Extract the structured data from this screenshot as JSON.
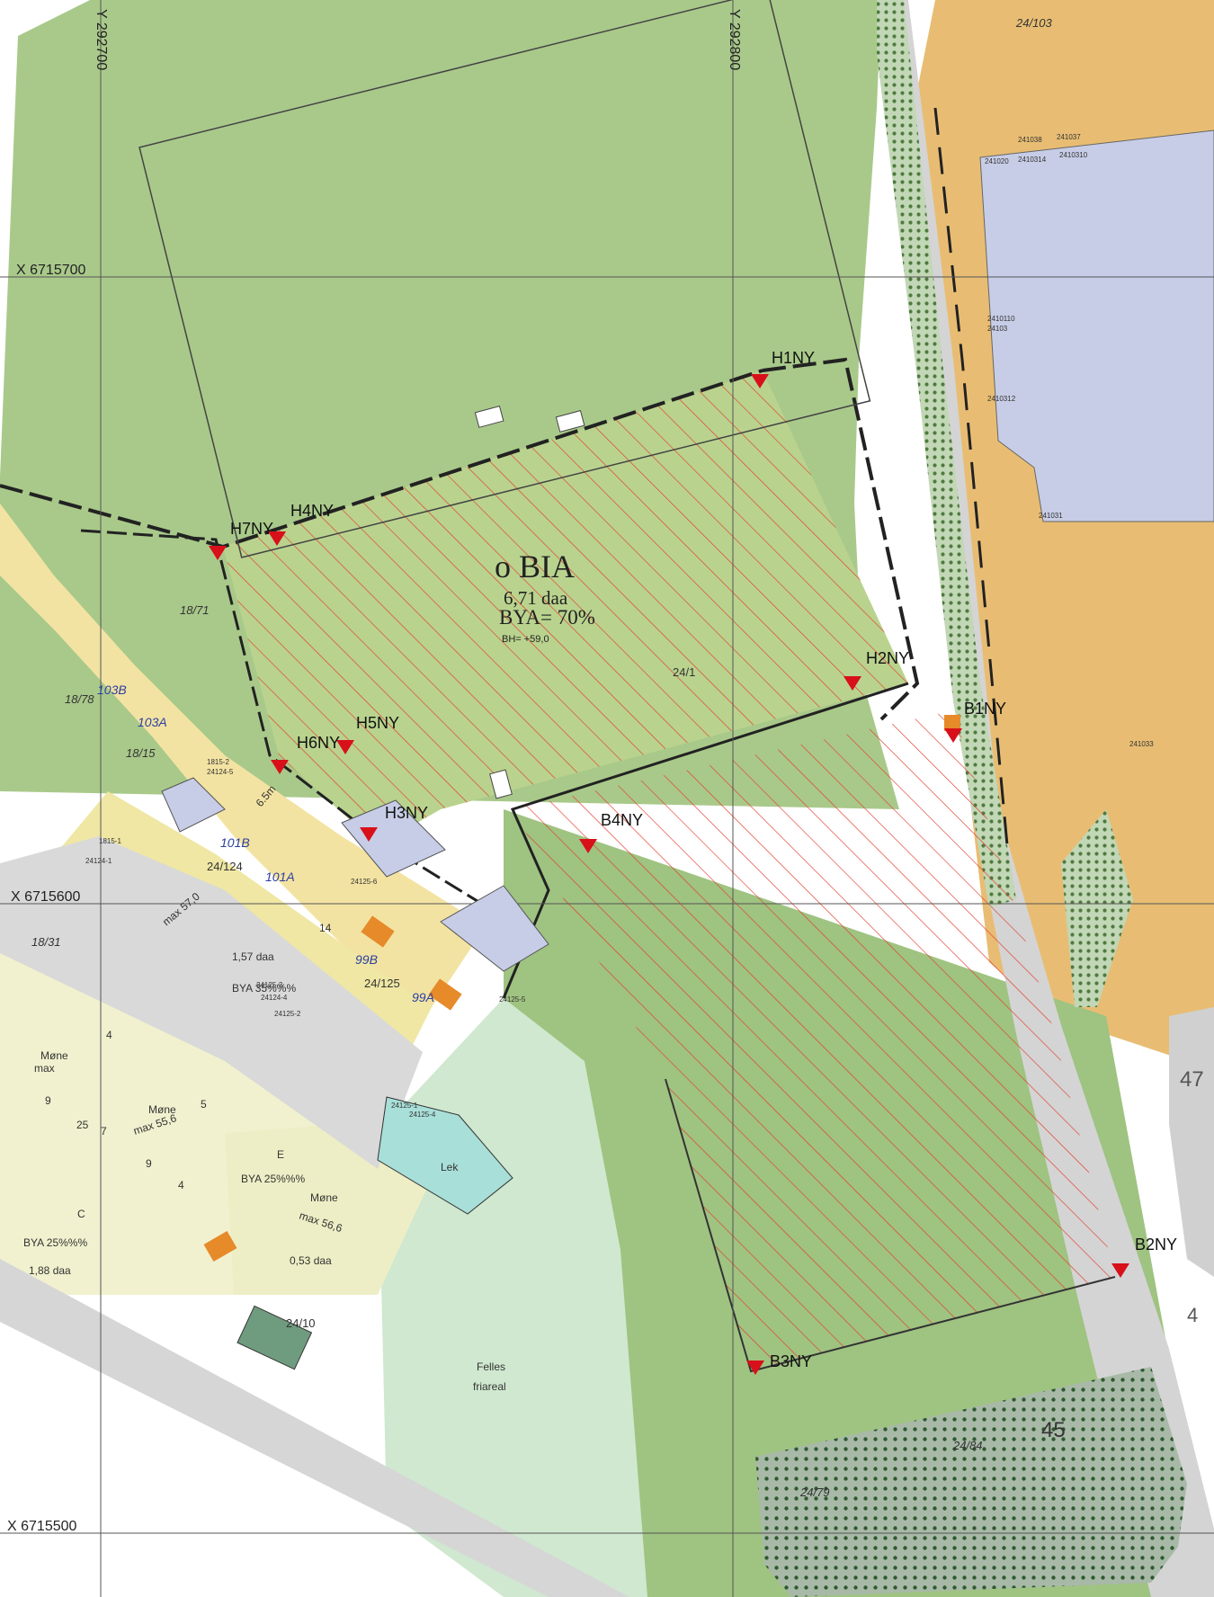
{
  "map": {
    "grid_labels": {
      "y_left": "Y 292700",
      "y_right": "Y 292800",
      "x_top": "X 6715700",
      "x_mid": "X 6715600",
      "x_bottom": "X 6715500"
    },
    "zone_main": {
      "name": "o BIA",
      "area": "6,71 daa",
      "bya": "BYA= 70%",
      "bh": "BH= +59,0",
      "parcel": "24/1"
    },
    "markers": [
      "H1NY",
      "H2NY",
      "H3NY",
      "H4NY",
      "H5NY",
      "H6NY",
      "H7NY",
      "B1NY",
      "B2NY",
      "B3NY",
      "B4NY"
    ],
    "parcels": [
      "24/103",
      "18/71",
      "18/78",
      "18/15",
      "24/124",
      "24/125",
      "18/31",
      "24/10",
      "24/84",
      "24/79"
    ],
    "house_labels": [
      "103B",
      "103A",
      "101B",
      "101A",
      "99B",
      "99A"
    ],
    "small_codes": [
      "241038",
      "241037",
      "241020",
      "2410314",
      "2410310",
      "2410110",
      "24103",
      "2410312",
      "241031",
      "241033",
      "1815-2",
      "24124-5",
      "1815-1",
      "24124-1",
      "24125-6",
      "24125-5",
      "24125-4",
      "24125-2",
      "24124-4",
      "24125-1",
      "24125-3"
    ],
    "residential_left": {
      "measure": "6.5m",
      "max_label": "max 57,0",
      "area": "1,57 daa",
      "bya": "BYA 35%%%",
      "num14": "14"
    },
    "lower_left": {
      "mone_1": "Møne",
      "mone_1b": "max",
      "n4": "4",
      "n9a": "9",
      "n25": "25",
      "n7": "7",
      "n9b": "9",
      "n4b": "4",
      "n5": "5",
      "mone_2": "Møne",
      "max_2": "max 55,6",
      "c_label": "C",
      "bya_c": "BYA 25%%%",
      "area_c": "1,88 daa",
      "e_label": "E",
      "bya_e": "BYA 25%%%",
      "mone_3": "Møne",
      "max_3": "max 56,6",
      "area_e": "0,53 daa"
    },
    "lek": "Lek",
    "felles": [
      "Felles",
      "friareal"
    ],
    "road_numbers": [
      "47",
      "45",
      "4"
    ],
    "colors": {
      "green_area": "#a9c98a",
      "green_dark": "#93b873",
      "yellow_res": "#f3e3a2",
      "orange_ind": "#e8bd73",
      "blue_bldg": "#c7cde6",
      "road": "#d6d6d6",
      "hatch": "#e23b2a",
      "marker": "#d8101a"
    }
  }
}
